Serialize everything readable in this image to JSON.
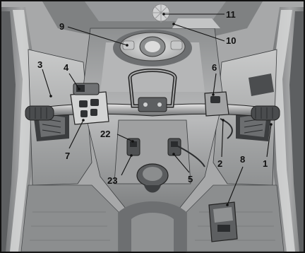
{
  "figure": {
    "callouts": [
      "1",
      "2",
      "3",
      "4",
      "5",
      "6",
      "7",
      "8",
      "9",
      "10",
      "11",
      "22",
      "23"
    ],
    "colors": {
      "frame": "#111111",
      "body_light": "#cfd0d0",
      "body_mid": "#9c9d9e",
      "body_dark": "#55585a",
      "shadow": "#2d2f31",
      "highlight": "#ececec"
    }
  }
}
